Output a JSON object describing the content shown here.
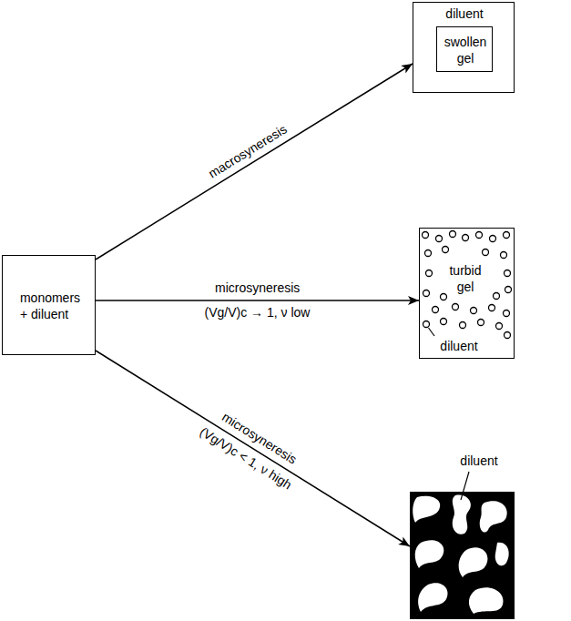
{
  "diagram": {
    "nodes": [
      {
        "text": [
          "monomers + diluent"
        ]
      },
      {
        "text": [
          "diluent"
        ]
      },
      {
        "text": [
          "swollen gel"
        ],
        "in": 1
      },
      {
        "text": [
          "turbid gel",
          "diluent"
        ]
      },
      {
        "text": [
          "diluent"
        ]
      }
    ],
    "edges": [
      {
        "from": 0,
        "to": 1,
        "arrow": "to",
        "label": "macrosyneresis"
      },
      {
        "from": 0,
        "to": 3,
        "arrow": "to",
        "label": "microsyneresis"
      },
      {
        "from": 0,
        "to": 4,
        "arrow": "to",
        "label": "microsyneresis"
      }
    ],
    "labels": [
      "(Vg/V)c → 1, ν low",
      "(Vg/V)c < 1, ν high"
    ]
  }
}
